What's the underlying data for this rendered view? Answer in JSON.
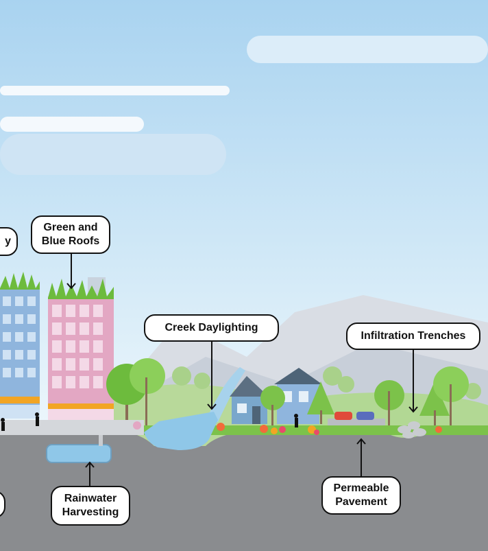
{
  "labels": {
    "roofs": {
      "line1": "Green and",
      "line2": "Blue Roofs"
    },
    "creek": "Creek Daylighting",
    "trenches": "Infiltration Trenches",
    "rainwater": {
      "line1": "Rainwater",
      "line2": "Harvesting"
    },
    "pavement": {
      "line1": "Permeable",
      "line2": "Pavement"
    },
    "partial_top_left": "y"
  },
  "colors": {
    "sky_top": "#a9d3f0",
    "sky_bottom": "#e6f3fb",
    "ground": "#8a8c8f",
    "grass": "#7cc24a",
    "water": "#8fc7e8",
    "building_blue": "#8fb5dd",
    "building_pink": "#e3a7c3",
    "tree_green": "#6dbb3d"
  }
}
